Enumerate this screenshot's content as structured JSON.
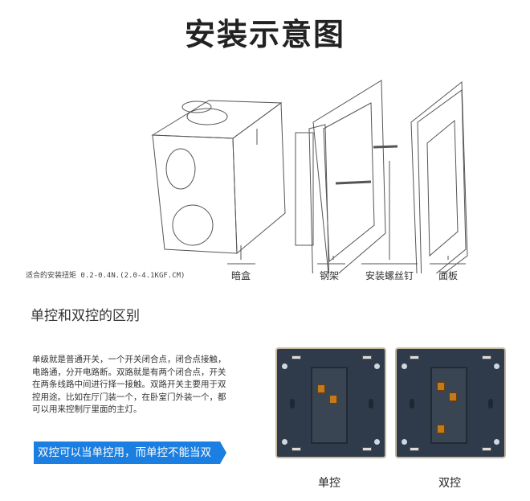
{
  "title": "安装示意图",
  "diagram": {
    "torque_note": "适合的安装扭矩 0.2-0.4N.(2.0-4.1KGF.CM)",
    "labels": [
      "暗盒",
      "钢架",
      "安装螺丝钉",
      "面板"
    ]
  },
  "comparison": {
    "section_title": "单控和双控的区别",
    "description": "单级就是普通开关，一个开关闭合点，闭合点接触，电路通，分开电路断。双路就是有两个闭合点，开关在两条线路中间进行择一接触。双路开关主要用于双控用途。比如在厅门装一个，在卧室门外装一个，都可以用来控制厅里面的主灯。",
    "banner": "双控可以当单控用，而单控不能当双控用",
    "single_label": "单控",
    "double_label": "双控"
  }
}
